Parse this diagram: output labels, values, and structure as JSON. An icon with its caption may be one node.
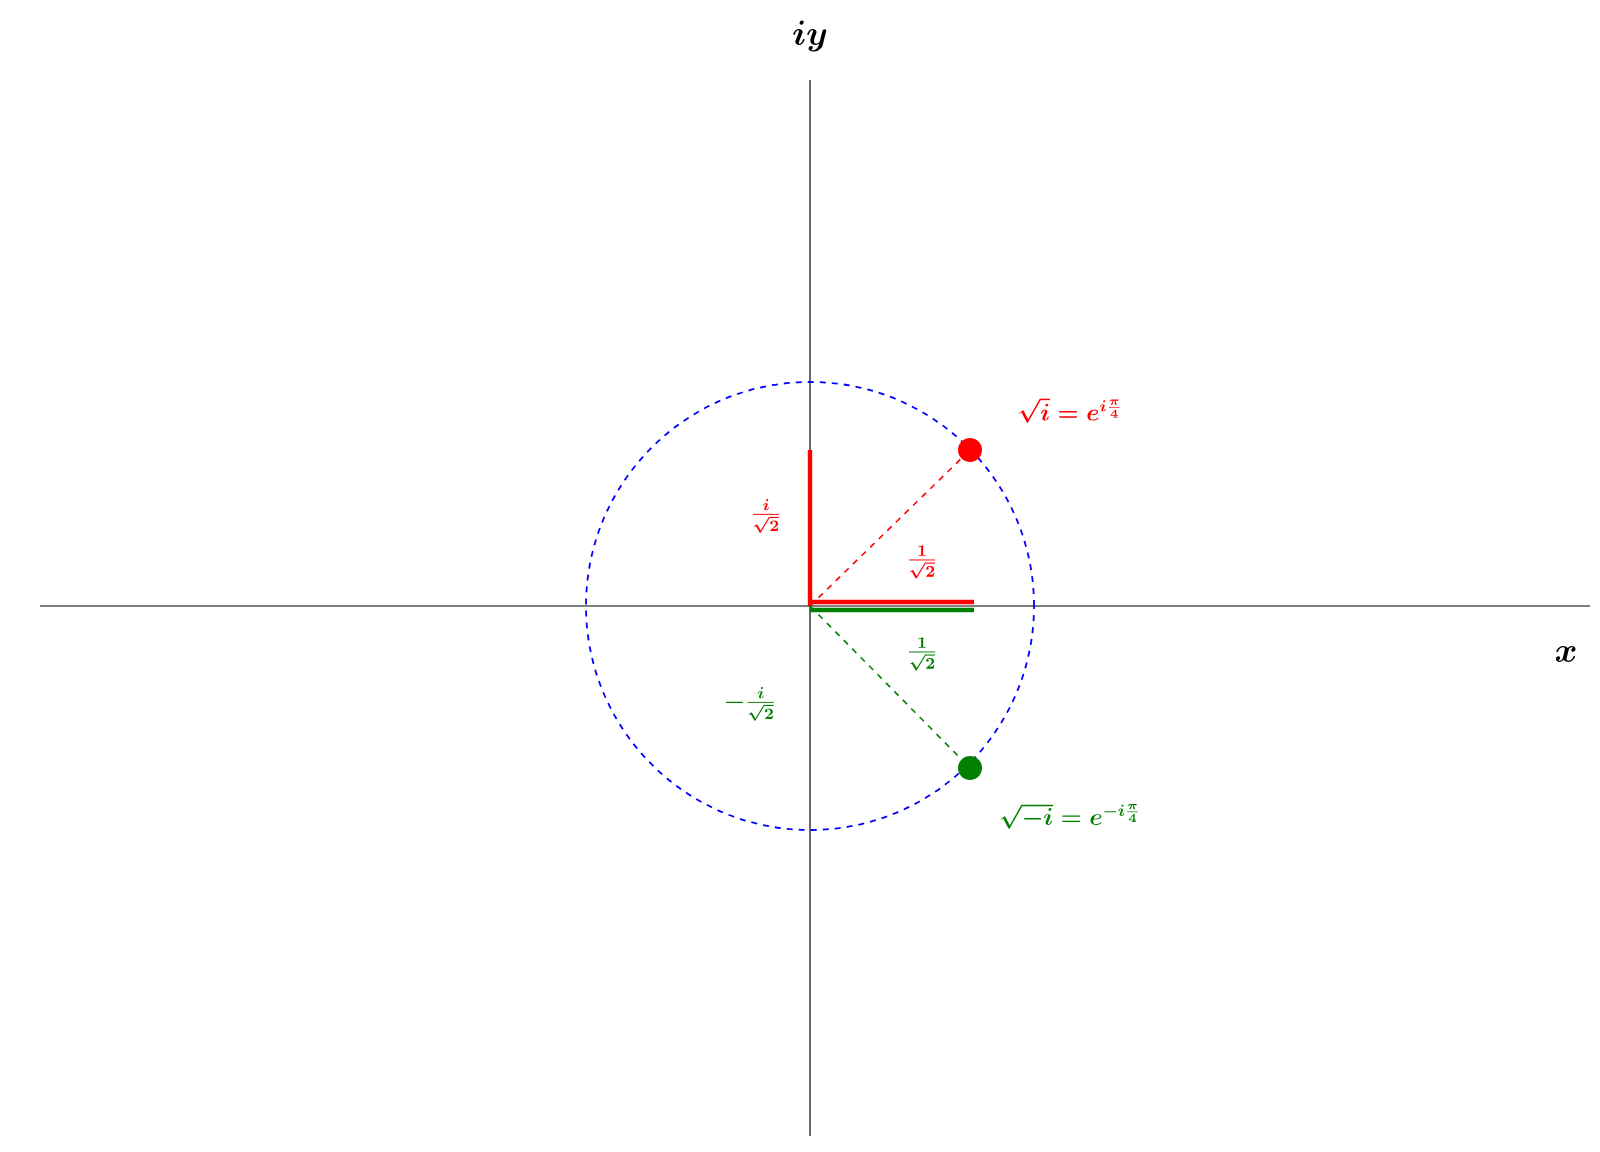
{
  "diagram": {
    "nodes": [
      {
        "text": [],
        "shape": "circle",
        "beside": [
          "\\sqrt{i}=e^{i\\frac{\\pi}{4}}"
        ]
      },
      {
        "text": [],
        "shape": "circle",
        "beside": [
          "\\sqrt{-i}=e^{-i\\frac{\\pi}{4}}"
        ]
      }
    ],
    "edges": [
      {
        "from": null,
        "to": 0,
        "arrow": "none",
        "style": "dashed",
        "color": "#ff0000"
      },
      {
        "from": null,
        "to": 1,
        "arrow": "none",
        "style": "dashed",
        "color": "#008000"
      }
    ],
    "labels": [
      "iy",
      "\\frac{i}{\\sqrt{2}}",
      "\\frac{1}{\\sqrt{2}}",
      "x",
      "\\frac{1}{\\sqrt{2}}",
      "-\\frac{i}{\\sqrt{2}}"
    ]
  }
}
